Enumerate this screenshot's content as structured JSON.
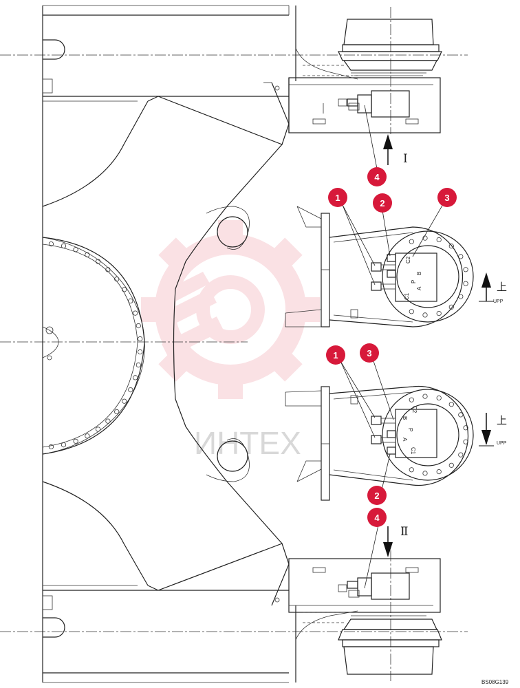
{
  "callouts": {
    "c1a": "1",
    "c2a": "2",
    "c3a": "3",
    "c4a": "4",
    "c1b": "1",
    "c2b": "2",
    "c3b": "3",
    "c4b": "4"
  },
  "port_labels": {
    "upper": {
      "c1": "C1",
      "c2": "C2",
      "a": "A",
      "b": "B",
      "p": "P"
    },
    "lower": {
      "c1": "C1",
      "c2": "C2",
      "a": "A",
      "b": "B",
      "p": "P"
    }
  },
  "views": {
    "top": "Ⅰ",
    "bottom": "Ⅱ"
  },
  "direction": {
    "up_kanji": "上",
    "up_text": "UPP",
    "down_kanji": "上",
    "down_text": "UPP"
  },
  "watermark": "ИНТЕХ",
  "drawing_code": "BS08G139",
  "colors": {
    "callout": "#d7193a",
    "watermark": "#f6c9cf"
  }
}
